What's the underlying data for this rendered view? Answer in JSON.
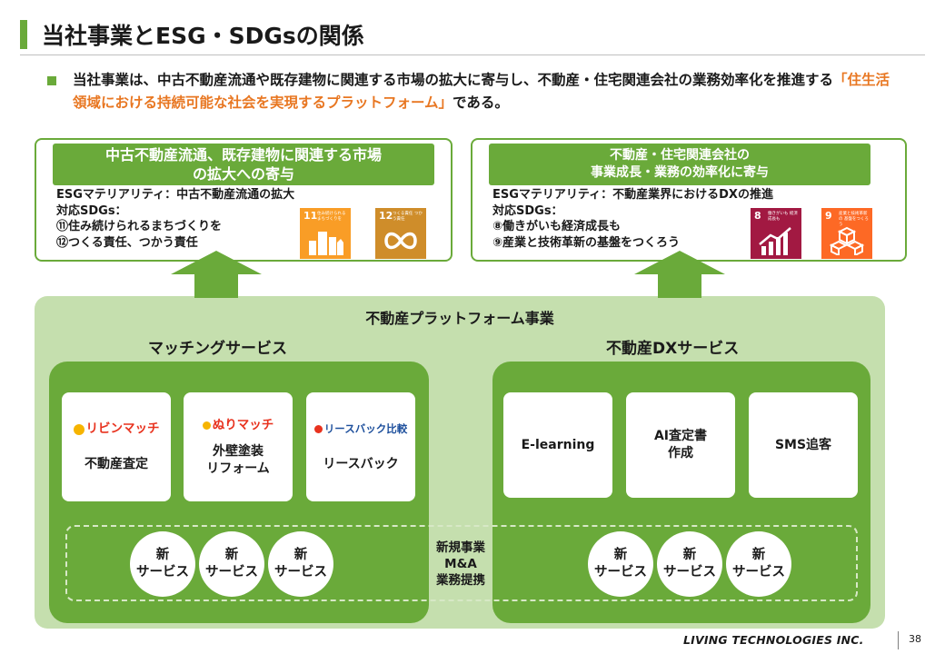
{
  "header": {
    "title": "当社事業とESG・SDGsの関係"
  },
  "intro": {
    "text_before": "当社事業は、中古不動産流通や既存建物に関連する市場の拡大に寄与し、不動産・住宅関連会社の業務効率化を推進する",
    "highlight": "「住生活領域における持続可能な社会を実現するプラットフォーム」",
    "text_after": "である。"
  },
  "left_box": {
    "head_line1": "中古不動産流通、既存建物に関連する市場",
    "head_line2": "の拡大への寄与",
    "lines": [
      "ESGマテリアリティ：中古不動産流通の拡大",
      "対応SDGs：",
      "⑪住み続けられるまちづくりを",
      "⑫つくる責任、つかう責任"
    ],
    "sdgs": [
      {
        "number": "11",
        "caption": "住み続けられる まちづくりを",
        "color": "#f99d26",
        "icon": "city-icon"
      },
      {
        "number": "12",
        "caption": "つくる責任 つかう責任",
        "color": "#cf8d2a",
        "icon": "infinity-icon"
      }
    ]
  },
  "right_box": {
    "head_line1": "不動産・住宅関連会社の",
    "head_line2": "事業成長・業務の効率化に寄与",
    "lines": [
      "ESGマテリアリティ：不動産業界におけるDXの推進",
      "対応SDGs：",
      "⑧働きがいも経済成長も",
      "⑨産業と技術革新の基盤をつくろう"
    ],
    "sdgs": [
      {
        "number": "8",
        "caption": "働きがいも 経済成長も",
        "color": "#a21942",
        "icon": "growth-chart-icon"
      },
      {
        "number": "9",
        "caption": "産業と技術革新の 基盤をつくろう",
        "color": "#fd6925",
        "icon": "cubes-icon"
      }
    ]
  },
  "platform": {
    "title": "不動産プラットフォーム事業",
    "matching": {
      "title": "マッチングサービス",
      "cards": [
        {
          "logo": "リビンマッチ",
          "label": "不動産査定",
          "color": "#e8321e"
        },
        {
          "logo": "ぬりマッチ",
          "label": "外壁塗装\nリフォーム",
          "color": "#e8321e"
        },
        {
          "logo": "リースバック比較",
          "label": "リースバック",
          "color": "#1d4f9c"
        }
      ]
    },
    "dx": {
      "title": "不動産DXサービス",
      "cards": [
        {
          "label": "E-learning"
        },
        {
          "label": "AI査定書\n作成"
        },
        {
          "label": "SMS追客"
        }
      ]
    },
    "new_service_label": "新\nサービス",
    "center_label": "新規事業\nM&A\n業務提携"
  },
  "footer": {
    "company": "LIVING TECHNOLOGIES INC.",
    "page": "38"
  },
  "colors": {
    "accent": "#6aaa3a",
    "highlight": "#e87722",
    "panel": "#c5dfae"
  }
}
